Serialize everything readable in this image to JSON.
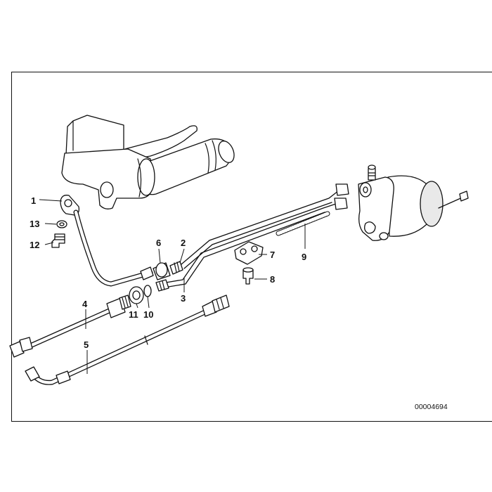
{
  "drawing_code": "00004694",
  "callouts": [
    {
      "id": "1",
      "label": "1"
    },
    {
      "id": "2",
      "label": "2"
    },
    {
      "id": "3",
      "label": "3"
    },
    {
      "id": "4",
      "label": "4"
    },
    {
      "id": "5",
      "label": "5"
    },
    {
      "id": "6",
      "label": "6"
    },
    {
      "id": "7",
      "label": "7"
    },
    {
      "id": "8",
      "label": "8"
    },
    {
      "id": "9",
      "label": "9"
    },
    {
      "id": "10",
      "label": "10"
    },
    {
      "id": "11",
      "label": "11"
    },
    {
      "id": "12",
      "label": "12"
    },
    {
      "id": "13",
      "label": "13"
    }
  ]
}
